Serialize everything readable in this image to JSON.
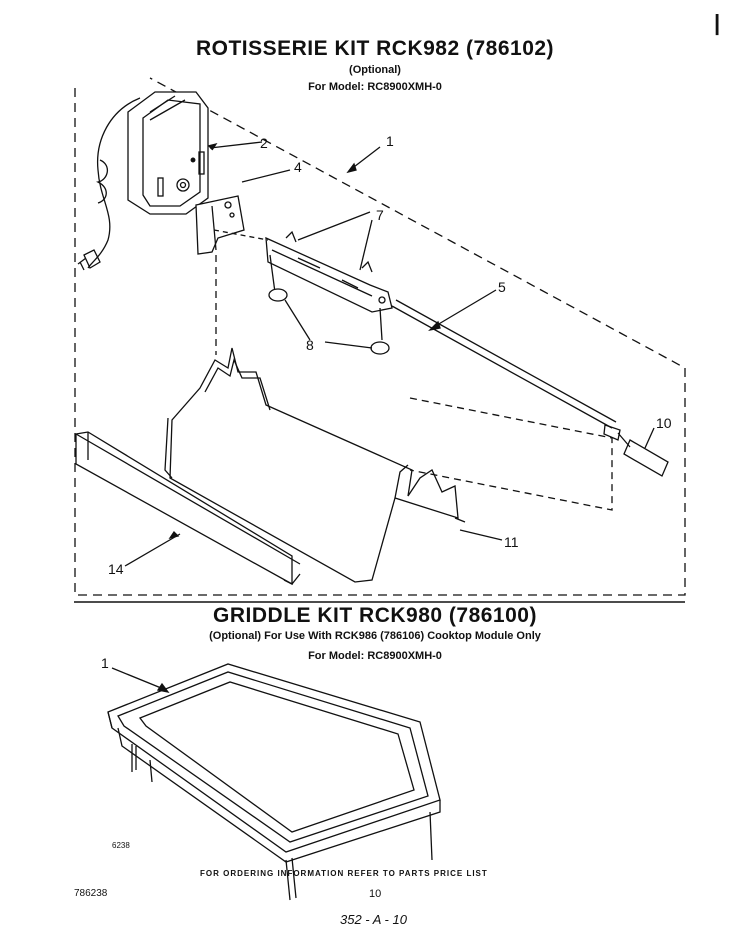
{
  "rotisserie": {
    "title": "ROTISSERIE KIT  RCK982  (786102)",
    "optional": "(Optional)",
    "model": "For Model: RC8900XMH-0"
  },
  "griddle": {
    "title": "GRIDDLE KIT RCK980  (786100)",
    "optional_line": "(Optional) For Use With RCK986 (786106) Cooktop Module Only",
    "model": "For Model: RC8900XMH-0"
  },
  "callouts": {
    "c1_top": "1",
    "c2": "2",
    "c4": "4",
    "c7": "7",
    "c5": "5",
    "c8": "8",
    "c10": "10",
    "c11": "11",
    "c14": "14",
    "c1_griddle": "1"
  },
  "footer": {
    "drawing_code": "6238",
    "ordering": "FOR ORDERING INFORMATION REFER TO PARTS PRICE LIST",
    "doc_number": "786238",
    "page": "10",
    "handwritten": "352 - A - 10"
  },
  "corner_mark": "|"
}
